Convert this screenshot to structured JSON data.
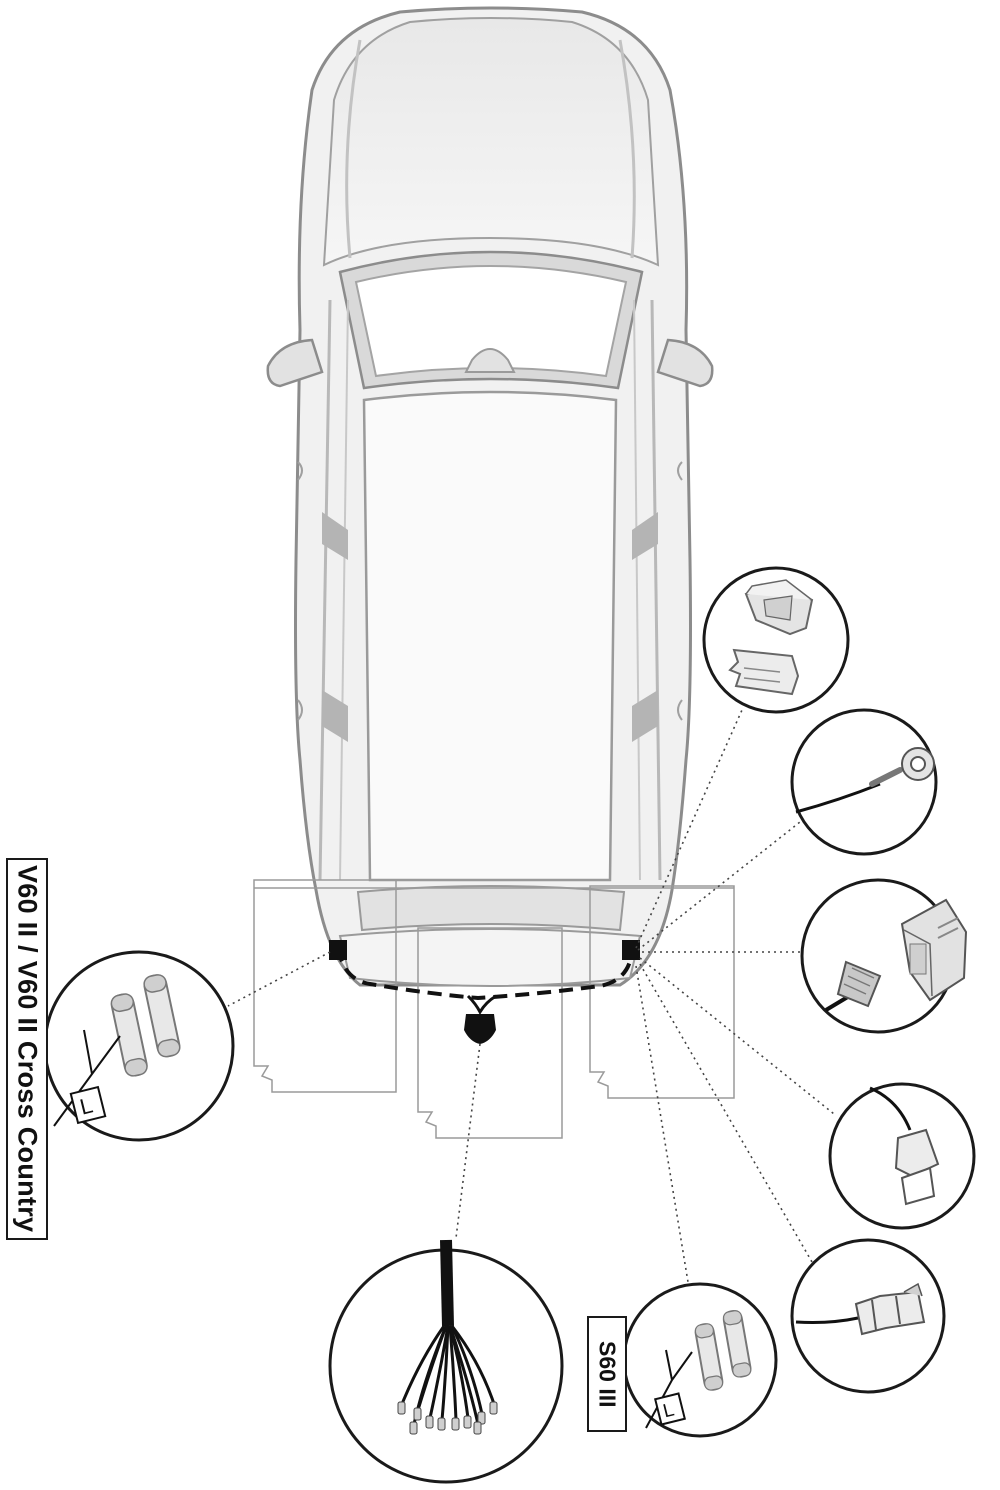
{
  "labels": {
    "model_v60": "V60 II / V60 II Cross Country",
    "model_s60": "S60 III",
    "fuse_side_marker": "L"
  },
  "components": [
    {
      "id": "trailer-wiring-harness",
      "icon": "wire-bundle-icon"
    },
    {
      "id": "fuse-holder-v60",
      "icon": "inline-fuse-icon"
    },
    {
      "id": "fuse-holder-s60",
      "icon": "inline-fuse-icon"
    },
    {
      "id": "relay-socket-and-module",
      "icon": "relay-icon"
    },
    {
      "id": "ground-ring-terminal",
      "icon": "ring-terminal-icon"
    },
    {
      "id": "multi-pin-connector-and-module",
      "icon": "multi-pin-connector-icon"
    },
    {
      "id": "two-pin-connector",
      "icon": "plug-connector-icon"
    },
    {
      "id": "multi-pin-plug-connector",
      "icon": "plug-connector-icon"
    }
  ],
  "colors": {
    "car_fill": "#f0f0f0",
    "car_outline": "#8a8a8a",
    "car_shadow": "#d6d6d6",
    "wire": "#111111",
    "leader_line": "#444444",
    "outline": "#1a1a1a"
  }
}
